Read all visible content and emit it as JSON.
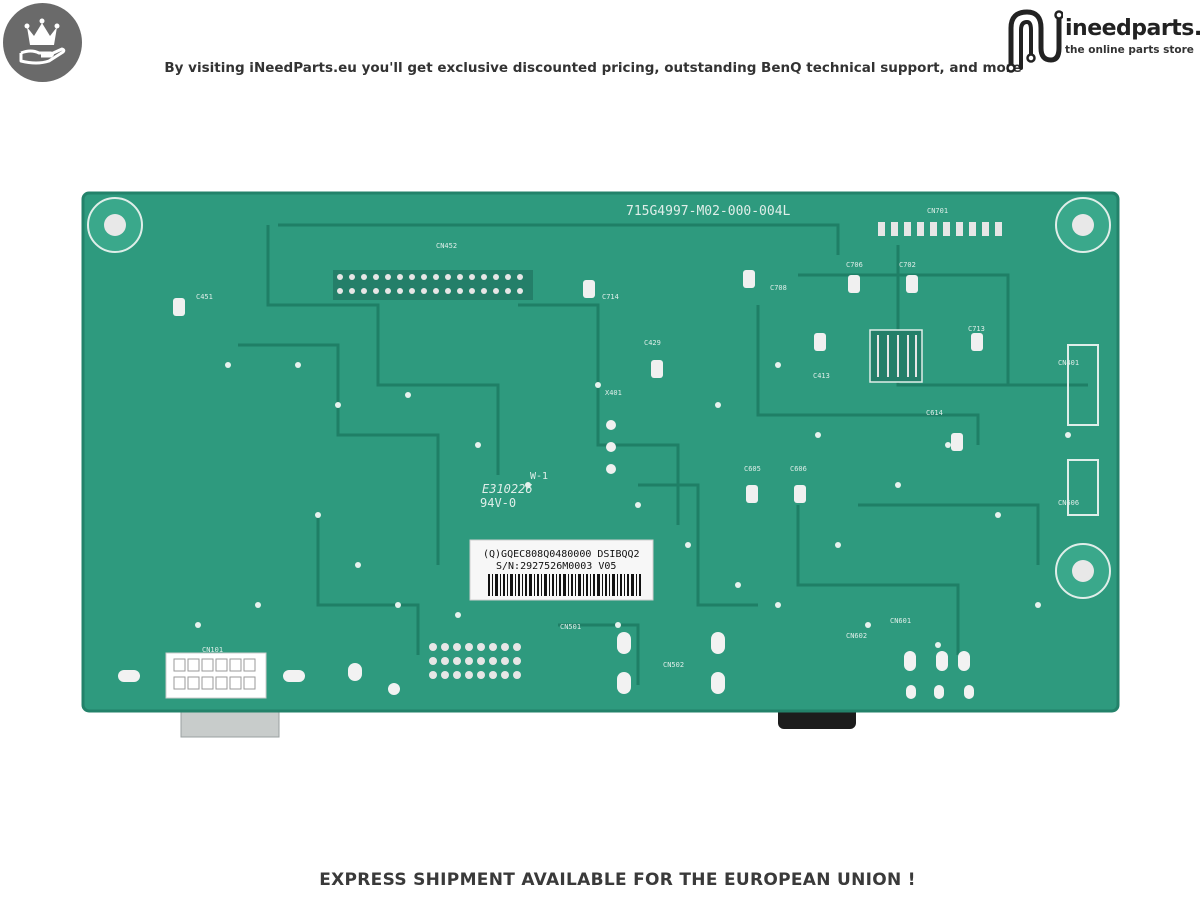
{
  "header": {
    "tagline": "By visiting iNeedParts.eu you'll get exclusive discounted pricing, outstanding BenQ technical support, and more",
    "badge_icon": "crown-hand-icon",
    "logo": {
      "name": "ineedparts.eu",
      "subtitle": "the online parts store"
    }
  },
  "board": {
    "part_number": "715G4997-M02-000-004L",
    "label_line1": "(Q)GQEC808Q0480000  DSIBQQ2",
    "label_line2": "S/N:2927526M0003    V05",
    "ul_mark": "E310226",
    "ul_grade": "W-1",
    "flammability": "94V-0",
    "silkscreen": [
      "CN452",
      "CN701",
      "C451",
      "C714",
      "C708",
      "C706",
      "C702",
      "C713",
      "C429",
      "C413",
      "X401",
      "C614",
      "CN401",
      "C605",
      "C606",
      "CN606",
      "CN501",
      "CN502",
      "CN601",
      "CN602",
      "CN101"
    ]
  },
  "footer": {
    "text": "EXPRESS SHIPMENT AVAILABLE FOR THE EUROPEAN UNION !"
  },
  "colors": {
    "pcb": "#2e9a7e",
    "pcb_dark": "#1f7f66",
    "badge": "#6a6a6a",
    "text": "#333333"
  }
}
